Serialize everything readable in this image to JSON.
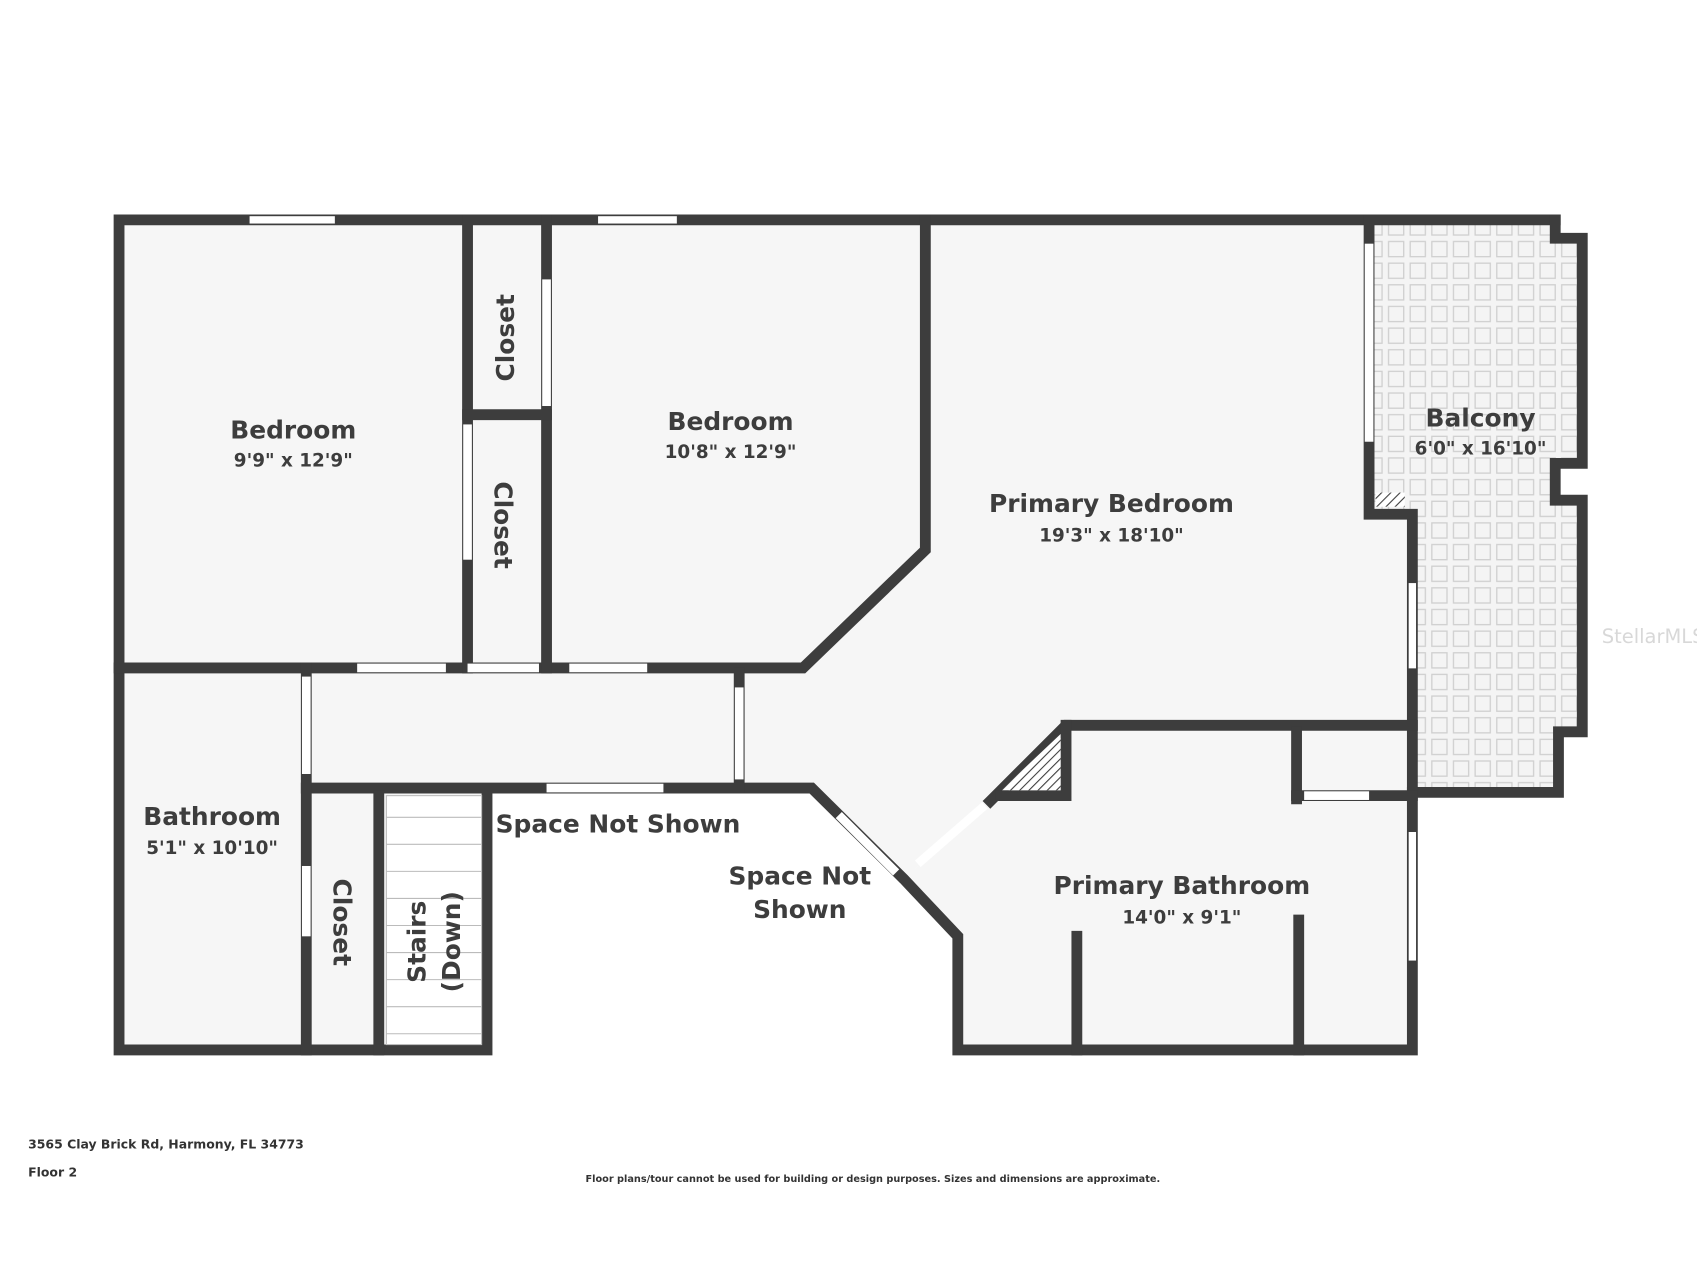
{
  "rooms": {
    "bedroom1": {
      "name": "Bedroom",
      "dims": "9'9\" x 12'9\""
    },
    "bedroom2": {
      "name": "Bedroom",
      "dims": "10'8\" x 12'9\""
    },
    "primary_bedroom": {
      "name": "Primary Bedroom",
      "dims": "19'3\" x 18'10\""
    },
    "balcony": {
      "name": "Balcony",
      "dims": "6'0\" x 16'10\""
    },
    "bathroom": {
      "name": "Bathroom",
      "dims": "5'1\" x 10'10\""
    },
    "primary_bathroom": {
      "name": "Primary Bathroom",
      "dims": "14'0\" x 9'1\""
    },
    "closet1": "Closet",
    "closet2": "Closet",
    "closet3": "Closet",
    "stairs_line1": "Stairs",
    "stairs_line2": "(Down)",
    "space1": "Space Not Shown",
    "space2_line1": "Space Not",
    "space2_line2": "Shown"
  },
  "footer": {
    "address": "3565 Clay Brick Rd, Harmony, FL 34773",
    "floor": "Floor 2",
    "disclaimer": "Floor plans/tour cannot be used for building or design purposes. Sizes and dimensions are approximate."
  },
  "watermark": "StellarMLS",
  "colors": {
    "wall": "#3d3d3d",
    "floor": "#f6f6f6",
    "tile": "#d0d0d0"
  }
}
